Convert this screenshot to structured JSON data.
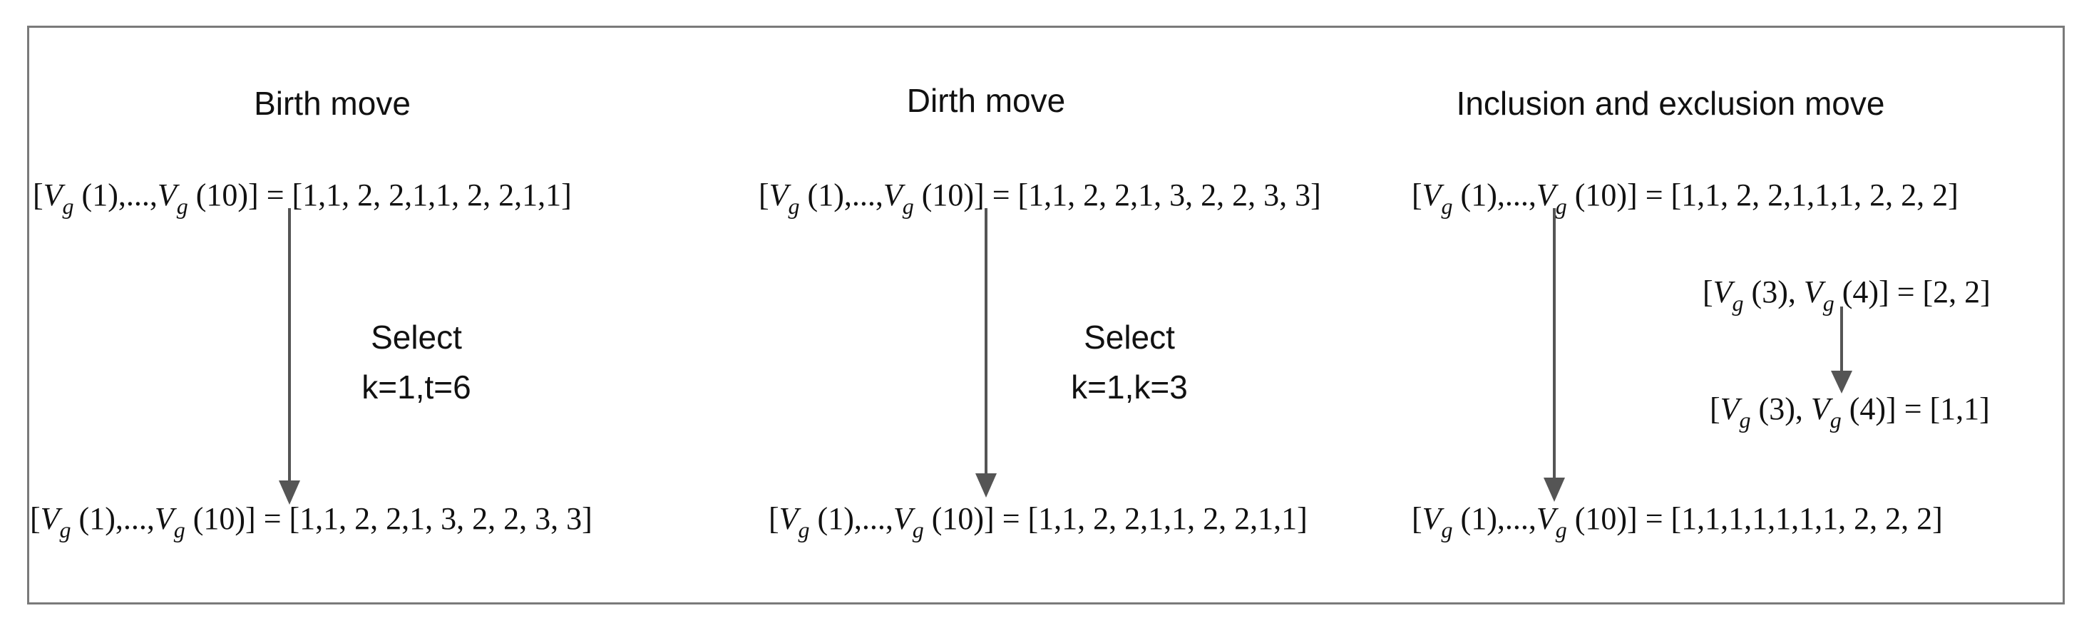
{
  "panels": {
    "birth": {
      "title": "Birth move",
      "before": {
        "lhs_v": "V",
        "lhs_sub": "g",
        "lhs_a": "(1),...,",
        "lhs_b": "(10)] = ",
        "rhs": "[1,1, 2, 2,1,1, 2, 2,1,1]"
      },
      "select_line1": "Select",
      "select_line2": "k=1,t=6",
      "after": {
        "lhs_v": "V",
        "lhs_sub": "g",
        "lhs_a": "(1),...,",
        "lhs_b": "(10)] = ",
        "rhs": "[1,1, 2, 2,1, 3, 2, 2, 3, 3]"
      }
    },
    "dirth": {
      "title": "Dirth move",
      "before": {
        "lhs_v": "V",
        "lhs_sub": "g",
        "lhs_a": "(1),...,",
        "lhs_b": "(10)] = ",
        "rhs": "[1,1, 2, 2,1, 3, 2, 2, 3, 3]"
      },
      "select_line1": "Select",
      "select_line2": "k=1,k=3",
      "after": {
        "lhs_v": "V",
        "lhs_sub": "g",
        "lhs_a": "(1),...,",
        "lhs_b": "(10)] = ",
        "rhs": "[1,1, 2, 2,1,1, 2, 2,1,1]"
      }
    },
    "inclusion": {
      "title": "Inclusion and exclusion move",
      "before": {
        "lhs_v": "V",
        "lhs_sub": "g",
        "lhs_a": "(1),...,",
        "lhs_b": "(10)] = ",
        "rhs": "[1,1, 2, 2,1,1,1, 2, 2, 2]"
      },
      "pair_before": {
        "a": "(3),",
        "b": "(4)] = ",
        "rhs": "[2, 2]"
      },
      "pair_after": {
        "a": "(3),",
        "b": "(4)] = ",
        "rhs": "[1,1]"
      },
      "after": {
        "lhs_v": "V",
        "lhs_sub": "g",
        "lhs_a": "(1),...,",
        "lhs_b": "(10)] = ",
        "rhs": "[1,1,1,1,1,1,1, 2, 2, 2]"
      }
    }
  },
  "colors": {
    "arrow": "#555555",
    "frame": "#7a7a7a",
    "text": "#111111"
  }
}
